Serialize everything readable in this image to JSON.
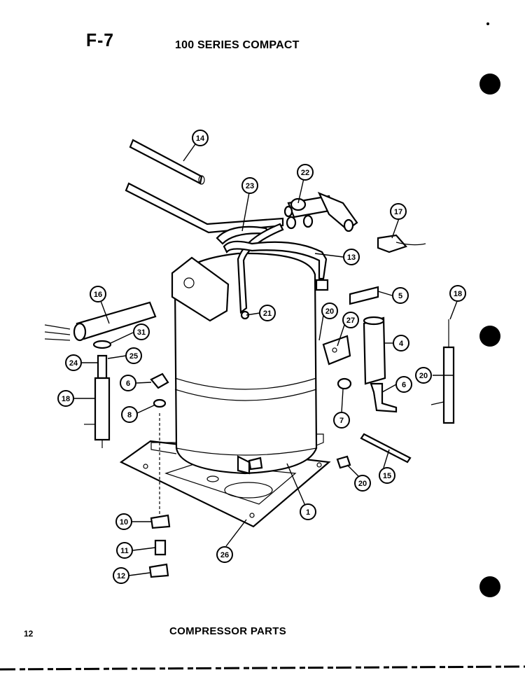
{
  "header": {
    "figure_code": "F-7",
    "series_title": "100 SERIES COMPACT"
  },
  "footer": {
    "page_number": "12",
    "section_title": "COMPRESSOR PARTS"
  },
  "callouts": [
    {
      "id": "c1",
      "label": "1"
    },
    {
      "id": "c4",
      "label": "4"
    },
    {
      "id": "c5",
      "label": "5"
    },
    {
      "id": "c6a",
      "label": "6"
    },
    {
      "id": "c6b",
      "label": "6"
    },
    {
      "id": "c7",
      "label": "7"
    },
    {
      "id": "c8",
      "label": "8"
    },
    {
      "id": "c10",
      "label": "10"
    },
    {
      "id": "c11",
      "label": "11"
    },
    {
      "id": "c12",
      "label": "12"
    },
    {
      "id": "c13",
      "label": "13"
    },
    {
      "id": "c14",
      "label": "14"
    },
    {
      "id": "c15",
      "label": "15"
    },
    {
      "id": "c16",
      "label": "16"
    },
    {
      "id": "c17",
      "label": "17"
    },
    {
      "id": "c18a",
      "label": "18"
    },
    {
      "id": "c18b",
      "label": "18"
    },
    {
      "id": "c20a",
      "label": "20"
    },
    {
      "id": "c20b",
      "label": "20"
    },
    {
      "id": "c20c",
      "label": "20"
    },
    {
      "id": "c21",
      "label": "21"
    },
    {
      "id": "c22",
      "label": "22"
    },
    {
      "id": "c23",
      "label": "23"
    },
    {
      "id": "c24",
      "label": "24"
    },
    {
      "id": "c25",
      "label": "25"
    },
    {
      "id": "c26",
      "label": "26"
    },
    {
      "id": "c27",
      "label": "27"
    },
    {
      "id": "c31",
      "label": "31"
    }
  ]
}
